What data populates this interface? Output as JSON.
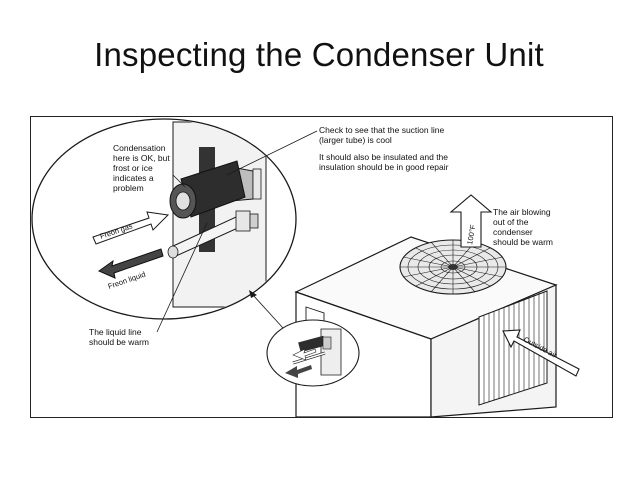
{
  "slide": {
    "title": "Inspecting the Condenser Unit"
  },
  "diagram": {
    "callouts": {
      "condensation": [
        "Condensation",
        "here is OK, but",
        "frost or ice",
        "indicates a",
        "problem"
      ],
      "suction_check": [
        "Check to see that the suction line",
        "(larger tube) is cool"
      ],
      "insulation": [
        "It should also be insulated and the",
        "insulation should be in good repair"
      ],
      "air_blowing": [
        "The air blowing",
        "out of the",
        "condenser",
        "should be warm"
      ],
      "liquid_line": [
        "The liquid line",
        "should be warm"
      ]
    },
    "arrow_labels": {
      "freon_gas": "Freon gas",
      "freon_liquid": "Freon liquid",
      "temperature": "100°F",
      "outside_air": "Outside air"
    },
    "colors": {
      "line": "#1a1a1a",
      "fill_light": "#f2f2f2",
      "fill_mid": "#c9c9c9",
      "fill_dark": "#333333"
    }
  }
}
